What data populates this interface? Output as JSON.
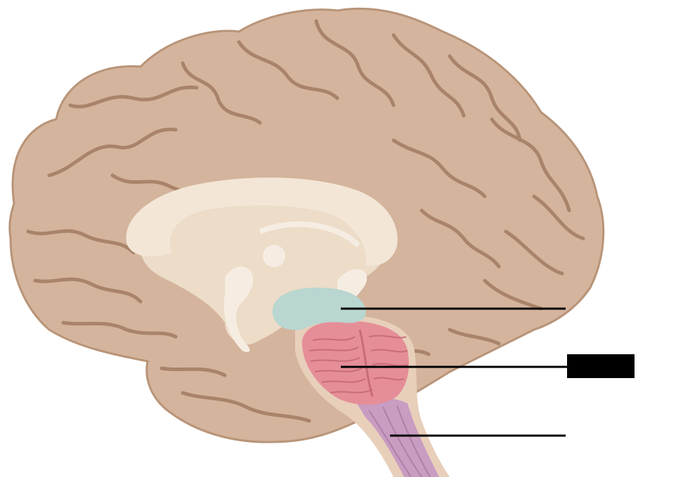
{
  "figure": {
    "colors": {
      "background": "#ffffff",
      "cortex": "#d4b49c",
      "cortex_shadow": "#b89478",
      "sulcus_line": "#a9836a",
      "corpus_callosum": "#f3e6d6",
      "inner_region": "#ecdcc8",
      "fornix": "#f6ede2",
      "midbrain": "#b9d6d0",
      "pons": "#e58e98",
      "pons_stripe": "#c96c78",
      "medulla": "#c99cc2",
      "medulla_stripe": "#b07fa8",
      "brainstem_outline": "#e8cfba",
      "leader_line": "#000000",
      "label_box": "#000000"
    },
    "labels": [
      {
        "name": "midbrain",
        "text": ""
      },
      {
        "name": "pons",
        "text": ""
      },
      {
        "name": "medulla",
        "text": ""
      }
    ]
  }
}
